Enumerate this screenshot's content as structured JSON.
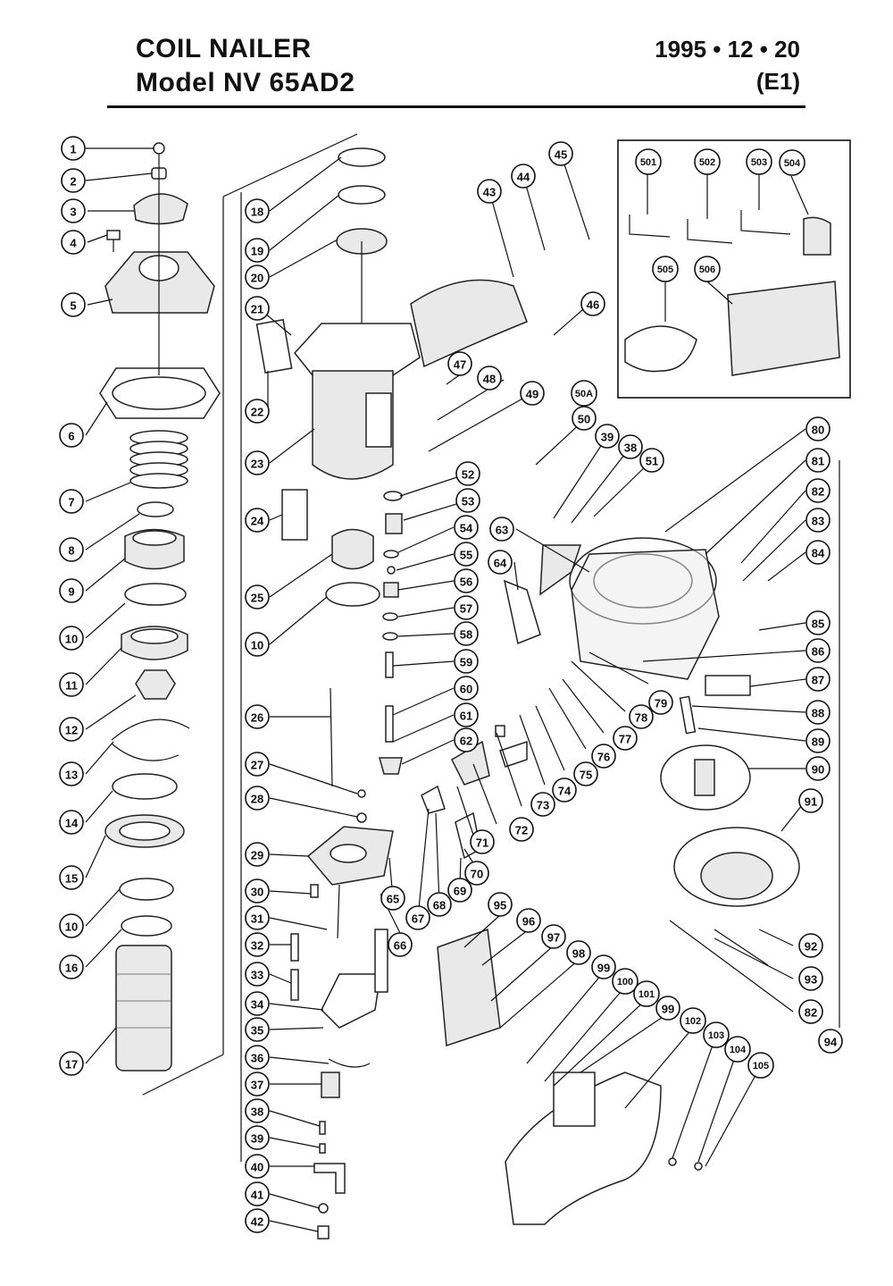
{
  "header": {
    "title_line1": "COIL  NAILER",
    "title_line2": "Model  NV 65AD2",
    "date": "1995 • 12 • 20",
    "edition": "(E1)"
  },
  "callouts": [
    "1",
    "2",
    "3",
    "4",
    "5",
    "6",
    "7",
    "8",
    "9",
    "10",
    "11",
    "12",
    "13",
    "14",
    "15",
    "10",
    "16",
    "17",
    "18",
    "19",
    "20",
    "21",
    "22",
    "23",
    "24",
    "25",
    "10",
    "26",
    "27",
    "28",
    "29",
    "30",
    "31",
    "32",
    "33",
    "34",
    "35",
    "36",
    "37",
    "38",
    "39",
    "40",
    "41",
    "42",
    "43",
    "44",
    "45",
    "46",
    "47",
    "48",
    "49",
    "50A",
    "50",
    "39",
    "38",
    "51",
    "52",
    "53",
    "54",
    "55",
    "56",
    "57",
    "58",
    "59",
    "60",
    "61",
    "62",
    "63",
    "64",
    "65",
    "66",
    "67",
    "68",
    "69",
    "70",
    "71",
    "72",
    "73",
    "74",
    "75",
    "76",
    "77",
    "78",
    "79",
    "80",
    "81",
    "82",
    "83",
    "84",
    "85",
    "86",
    "87",
    "88",
    "89",
    "90",
    "91",
    "92",
    "93",
    "82",
    "94",
    "95",
    "96",
    "97",
    "98",
    "99",
    "100",
    "101",
    "99",
    "102",
    "103",
    "104",
    "105",
    "501",
    "502",
    "503",
    "504",
    "505",
    "506"
  ]
}
